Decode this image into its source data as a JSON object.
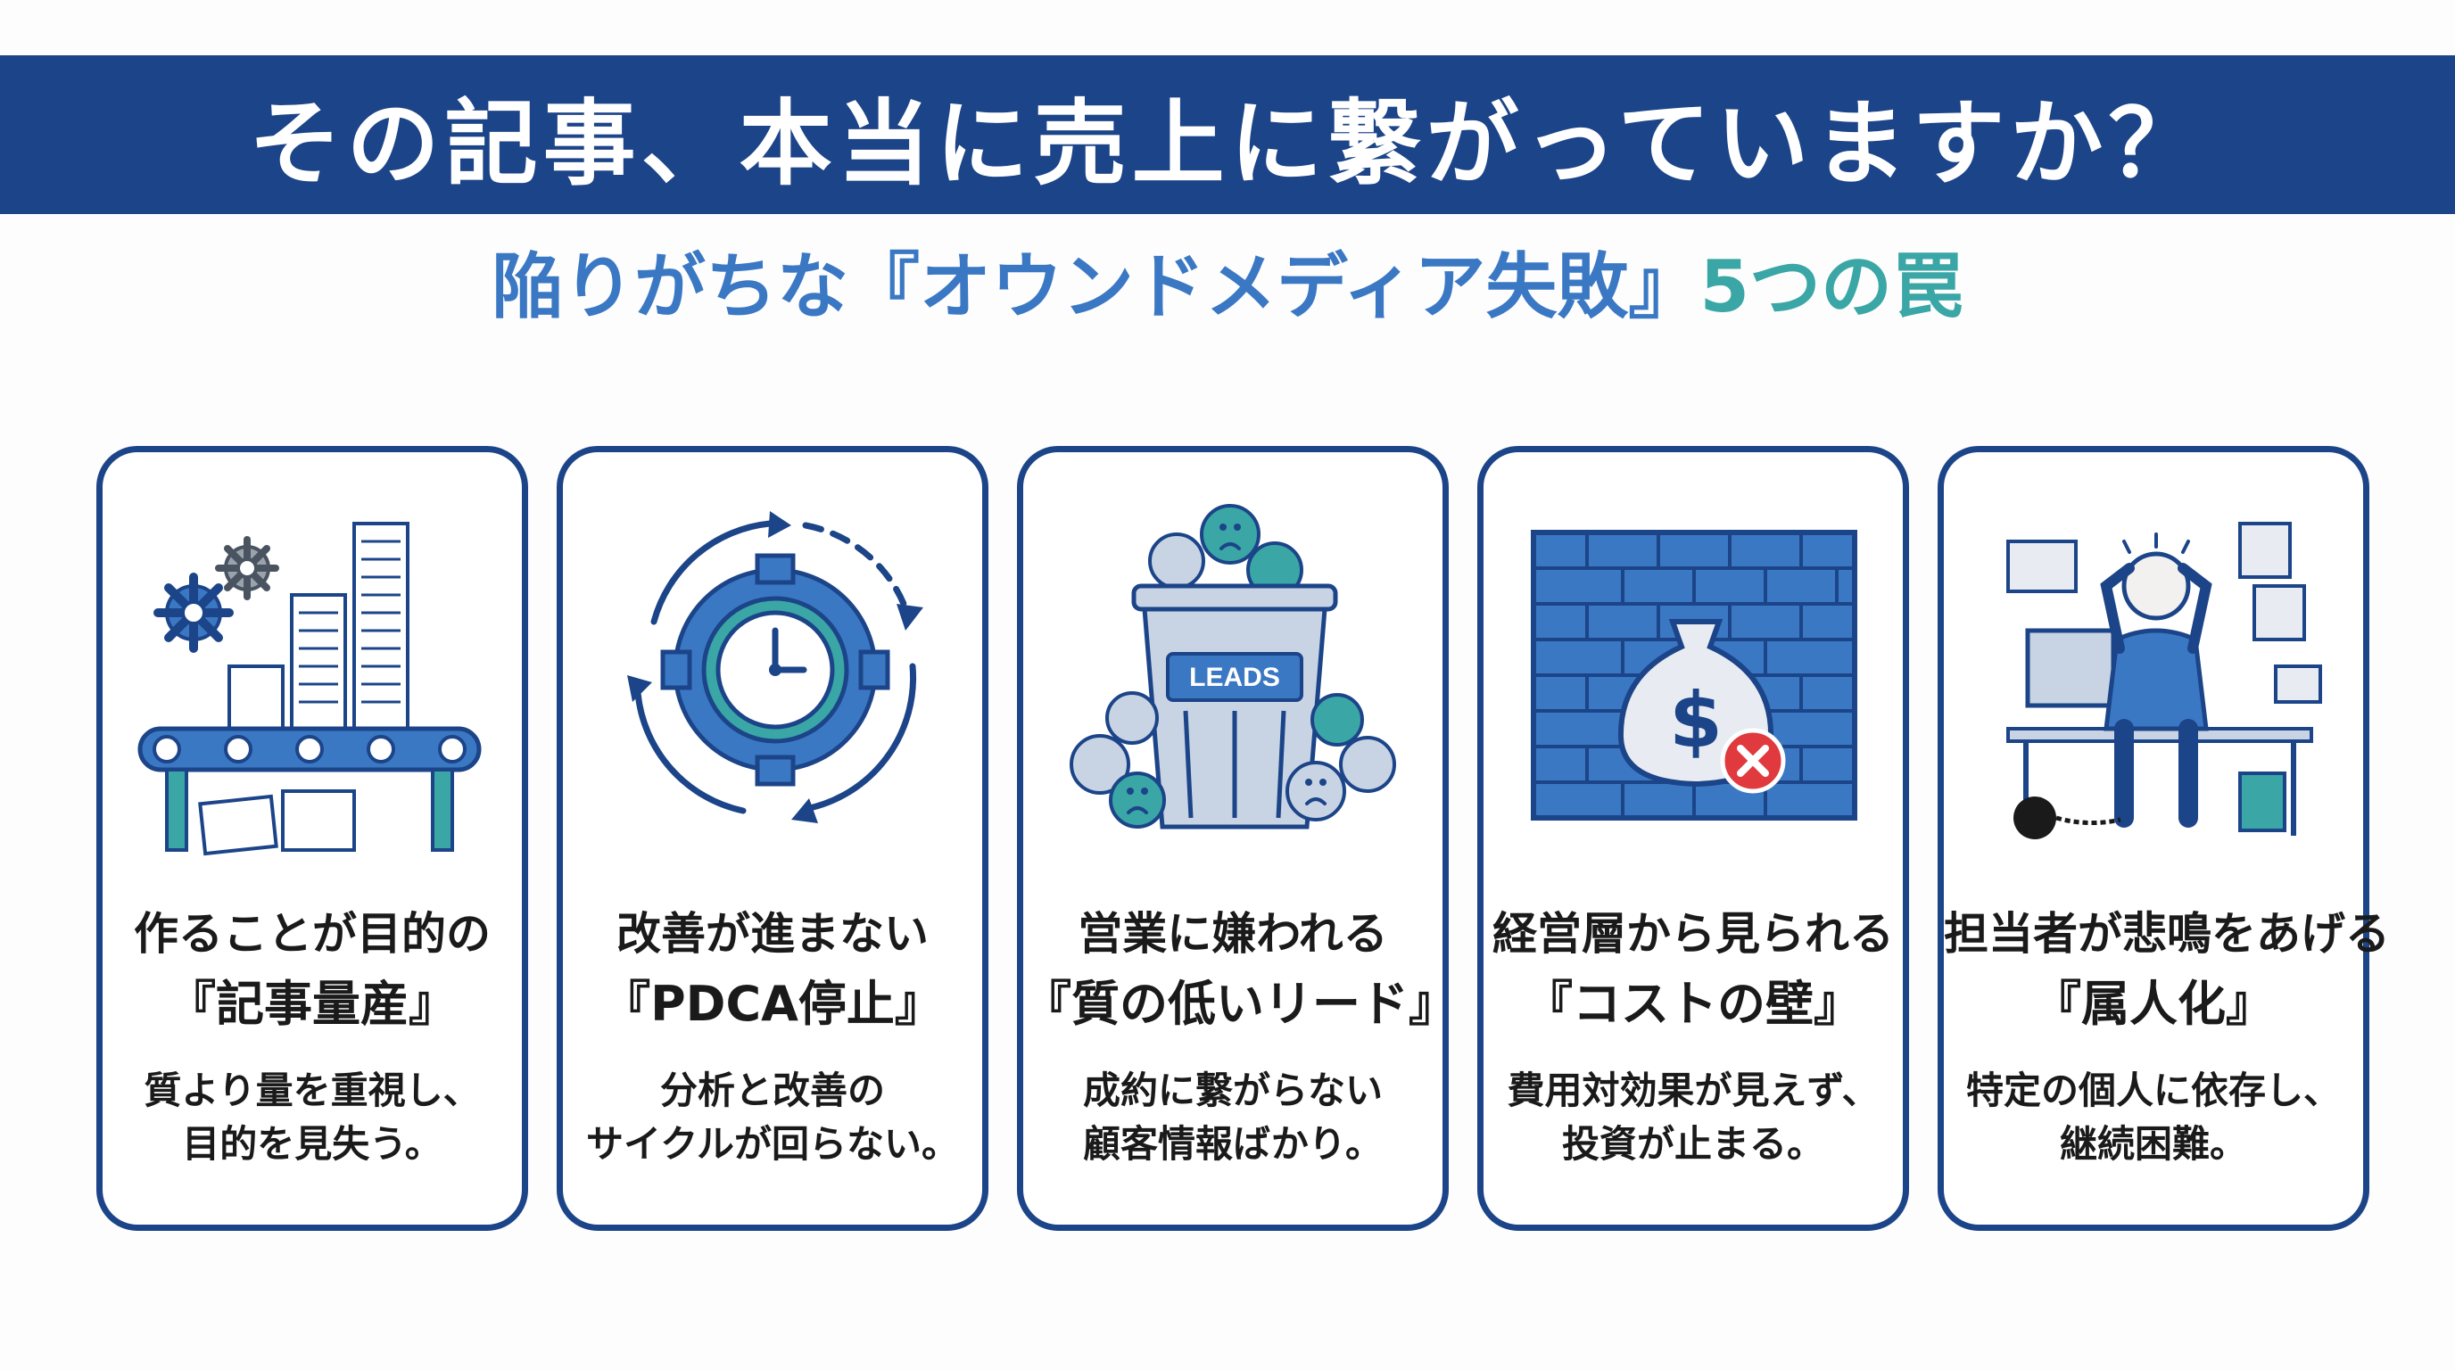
{
  "header": {
    "title": "その記事、本当に売上に繋がっていますか？"
  },
  "subtitle": {
    "main": "陥りがちな『オウンドメディア失敗』",
    "count": "5つの罠"
  },
  "colors": {
    "navy": "#1c4488",
    "accent_blue": "#3b78c4",
    "accent_teal": "#3aa6a6",
    "error_red": "#e0393e"
  },
  "cards": [
    {
      "icon": "conveyor-paper-gears-icon",
      "title_line1": "作ることが目的の",
      "title_line2": "『記事量産』",
      "desc_line1": "質より量を重視し、",
      "desc_line2": "目的を見失う。"
    },
    {
      "icon": "gear-clock-cycle-icon",
      "title_line1": "改善が進まない",
      "title_line2": "『PDCA停止』",
      "desc_line1": "分析と改善の",
      "desc_line2": "サイクルが回らない。"
    },
    {
      "icon": "leads-trash-can-icon",
      "title_line1": "営業に嫌われる",
      "title_line2": "『質の低いリード』",
      "desc_line1": "成約に繋がらない",
      "desc_line2": "顧客情報ばかり。",
      "label": "LEADS"
    },
    {
      "icon": "money-bag-wall-icon",
      "title_line1": "経営層から見られる",
      "title_line2": "『コストの壁』",
      "desc_line1": "費用対効果が見えず、",
      "desc_line2": "投資が止まる。"
    },
    {
      "icon": "overwhelmed-worker-icon",
      "title_line1": "担当者が悲鳴をあげる",
      "title_line2": "『属人化』",
      "desc_line1": "特定の個人に依存し、",
      "desc_line2": "継続困難。"
    }
  ]
}
